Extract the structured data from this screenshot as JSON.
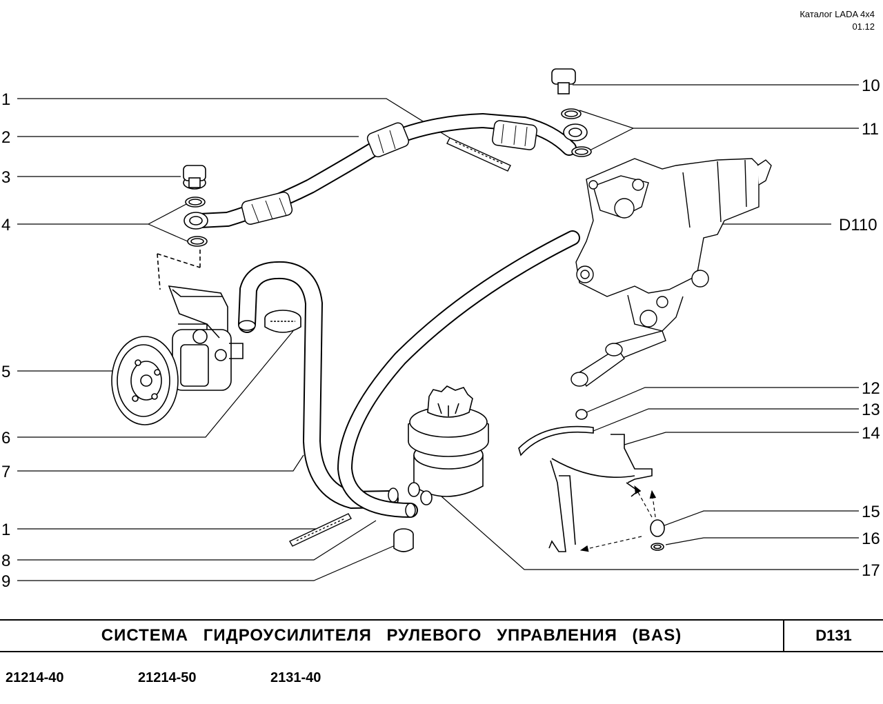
{
  "header": {
    "catalog_line": "Каталог  LADA  4x4",
    "date": "01.12"
  },
  "callouts_left": [
    "1",
    "2",
    "3",
    "4",
    "5",
    "6",
    "7",
    "1",
    "8",
    "9"
  ],
  "callouts_right": [
    "10",
    "11",
    "D110",
    "12",
    "13",
    "14",
    "15",
    "16",
    "17"
  ],
  "title_band": {
    "title": "СИСТЕМА  ГИДРОУСИЛИТЕЛЯ  РУЛЕВОГО  УПРАВЛЕНИЯ  (BAS)",
    "code": "D131"
  },
  "models": [
    "21214-40",
    "21214-50",
    "2131-40"
  ]
}
